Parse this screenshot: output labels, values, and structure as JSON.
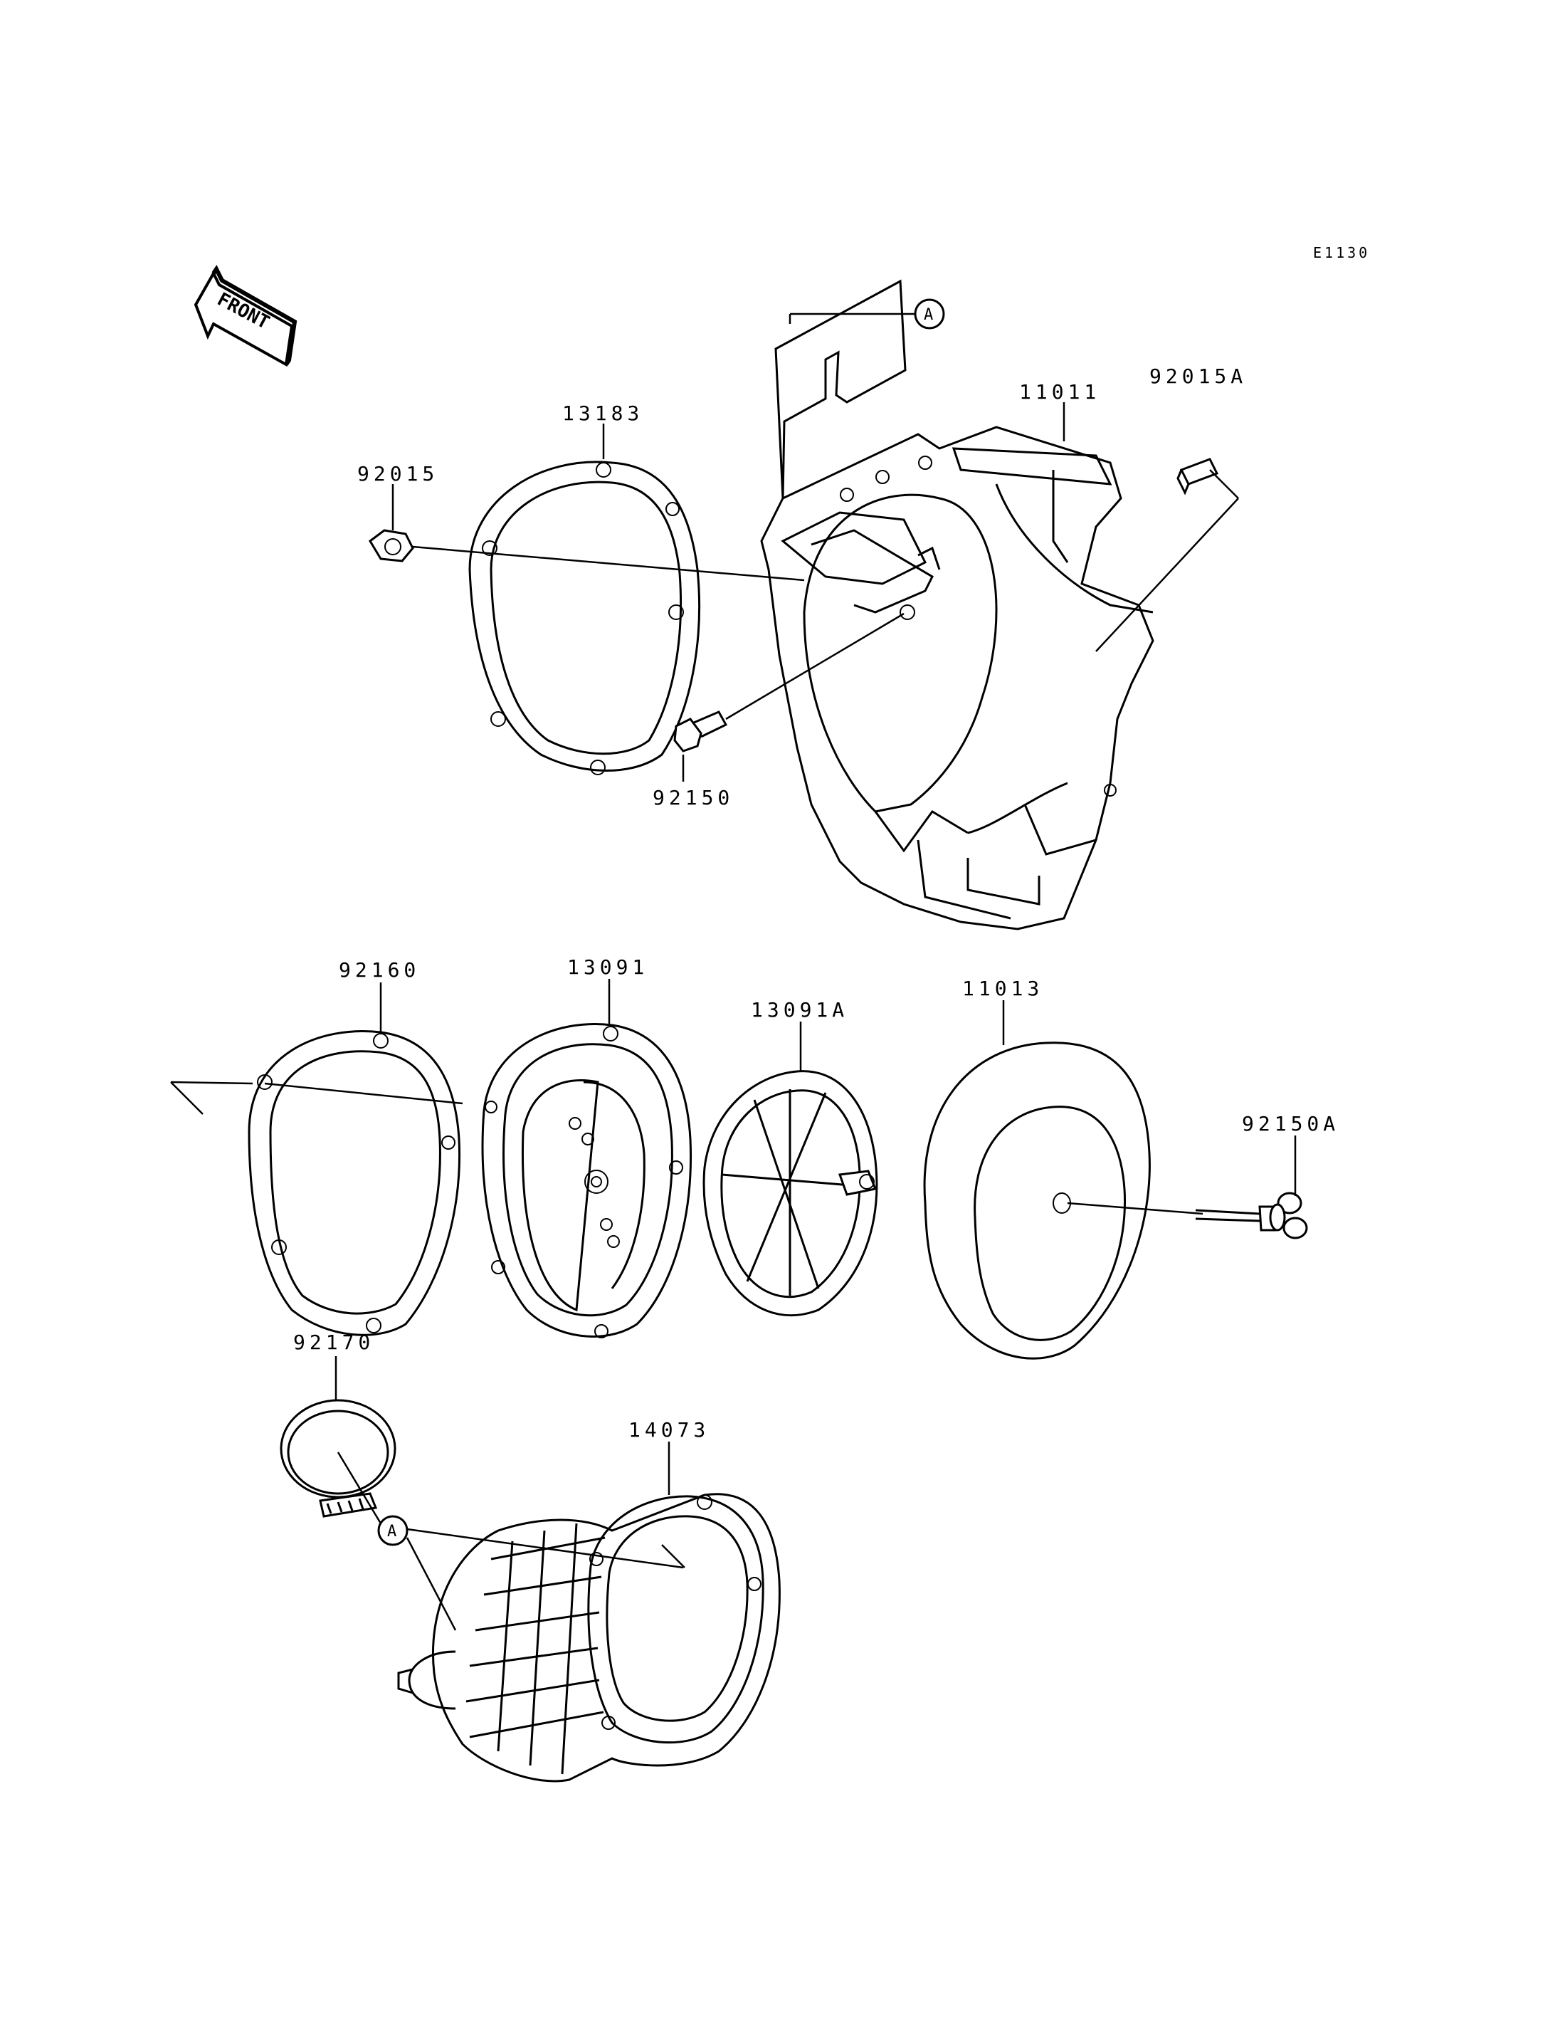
{
  "ref_code": "E1130",
  "front_label": "FRONT",
  "callout_letter": "A",
  "parts": [
    {
      "id": "p13183",
      "number": "13183"
    },
    {
      "id": "p92015",
      "number": "92015"
    },
    {
      "id": "p11011",
      "number": "11011"
    },
    {
      "id": "p92015A",
      "number": "92015A"
    },
    {
      "id": "p92150",
      "number": "92150"
    },
    {
      "id": "p92160",
      "number": "92160"
    },
    {
      "id": "p13091",
      "number": "13091"
    },
    {
      "id": "p13091A",
      "number": "13091A"
    },
    {
      "id": "p11013",
      "number": "11013"
    },
    {
      "id": "p92150A",
      "number": "92150A"
    },
    {
      "id": "p92170",
      "number": "92170"
    },
    {
      "id": "p14073",
      "number": "14073"
    }
  ]
}
